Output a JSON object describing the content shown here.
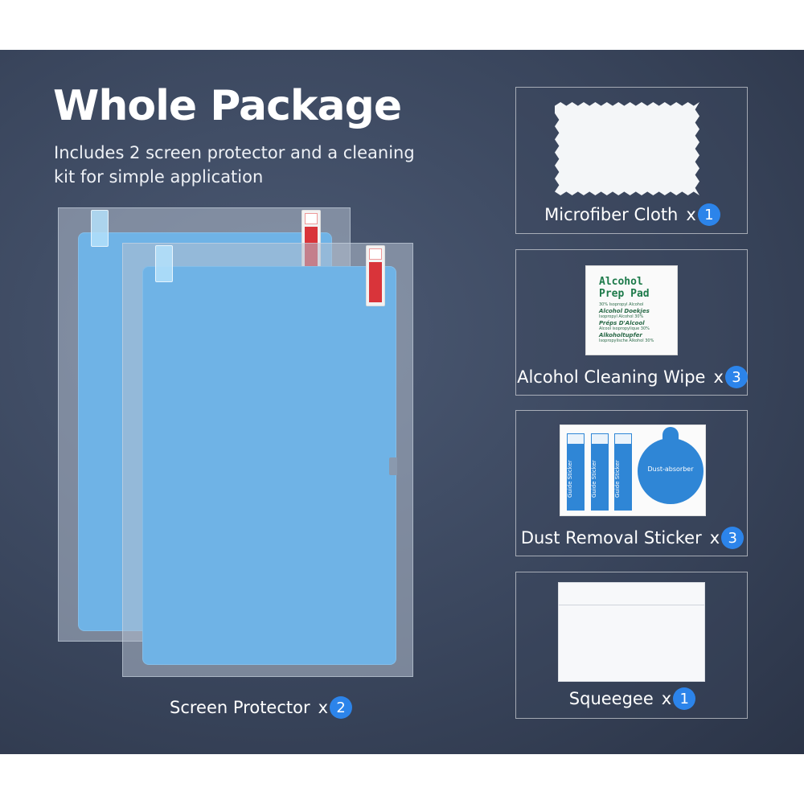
{
  "headline": "Whole Package",
  "subline": "Includes 2 screen protector and a cleaning kit for simple application",
  "multiplier": "x",
  "screen_protector": {
    "label": "Screen Protector",
    "count": "2"
  },
  "items": [
    {
      "label": "Microfiber Cloth",
      "count": "1"
    },
    {
      "label": "Alcohol Cleaning Wipe",
      "count": "3"
    },
    {
      "label": "Dust Removal Sticker",
      "count": "3"
    },
    {
      "label": "Squeegee",
      "count": "1"
    }
  ],
  "alcohol_pad": {
    "title_1": "Alcohol",
    "title_2": "Prep Pad",
    "line_1": "30% Isopropyl Alcohol",
    "line_2": "Alcohol Doekjes",
    "line_3": "Isopropyl Alcohol 30%",
    "line_4": "Préps D'Alcool",
    "line_5": "Alcool isopropylique 30%",
    "line_6": "Alkoholtupfer",
    "line_7": "Isopropylische Alkohol 30%"
  },
  "dust_sticker": {
    "guide_label": "Guide Sticker",
    "disc_label": "Dust-absorber"
  },
  "colors": {
    "background": "#3a465d",
    "badge": "#2c84ea",
    "film": "#6fb3e6",
    "sticker": "#2f86d6"
  }
}
